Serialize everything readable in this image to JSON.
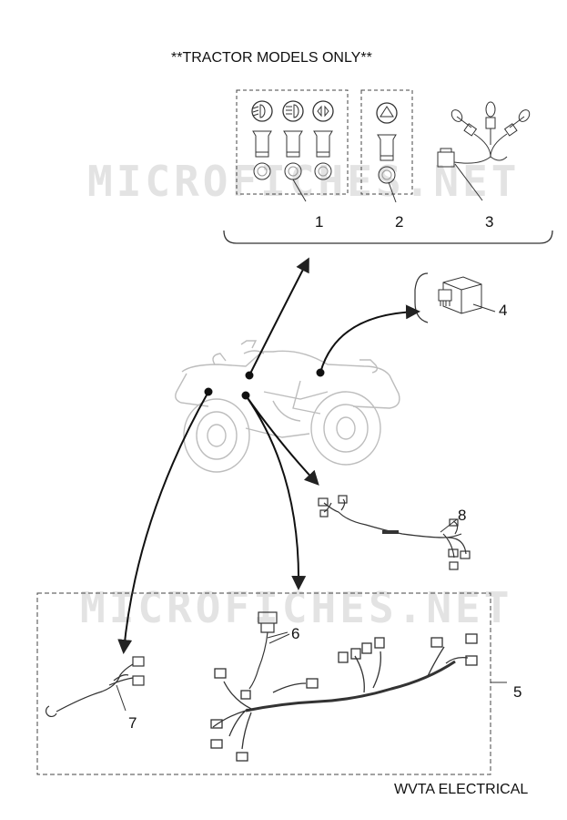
{
  "header": {
    "title": "**TRACTOR MODELS ONLY**"
  },
  "footer": {
    "caption": "WVTA ELECTRICAL"
  },
  "watermark": {
    "text": "MICROFICHES.NET"
  },
  "callouts": {
    "c1": "1",
    "c2": "2",
    "c3": "3",
    "c4": "4",
    "c5": "5",
    "c6": "6",
    "c7": "7",
    "c8": "8"
  },
  "colors": {
    "line": "#222222",
    "faint": "#bdbdbd",
    "watermark": "#e3e3e3"
  }
}
